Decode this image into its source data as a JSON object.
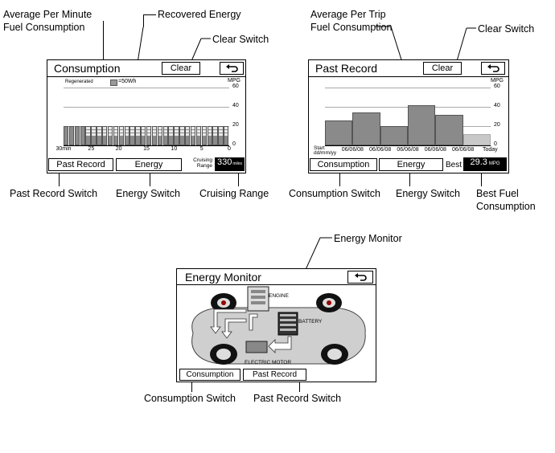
{
  "callouts": {
    "avg_per_minute": "Average Per Minute\nFuel Consumption",
    "recovered_energy": "Recovered Energy",
    "clear_switch_1": "Clear Switch",
    "avg_per_trip": "Average Per Trip\nFuel Consumption",
    "clear_switch_2": "Clear Switch",
    "past_record_switch_1": "Past Record Switch",
    "energy_switch_1": "Energy Switch",
    "cruising_range": "Cruising Range",
    "consumption_switch_1": "Consumption Switch",
    "energy_switch_2": "Energy Switch",
    "best_fuel": "Best Fuel\nConsumption",
    "energy_monitor": "Energy Monitor",
    "consumption_switch_2": "Consumption Switch",
    "past_record_switch_2": "Past Record Switch"
  },
  "consumption_screen": {
    "title": "Consumption",
    "clear": "Clear",
    "back_icon": "return-arrow-icon",
    "legend_label": "Regenerated",
    "legend_value": "=50Wh",
    "unit": "MPG",
    "yticks": [
      "60",
      "40",
      "20",
      "0"
    ],
    "xticks": [
      "30min",
      "25",
      "20",
      "15",
      "10",
      "5",
      "0"
    ],
    "past_record": "Past  Record",
    "energy": "Energy",
    "cruising_label": "Cruising\nRange",
    "cruising_value": "330",
    "cruising_unit": "miles"
  },
  "past_record_screen": {
    "title": "Past Record",
    "clear": "Clear",
    "back_icon": "return-arrow-icon",
    "unit": "MPG",
    "yticks": [
      "60",
      "40",
      "20",
      "0"
    ],
    "start_label": "Start\ndd/mm/yy",
    "dates": [
      "06/06/08",
      "06/06/08",
      "06/06/08",
      "06/06/08",
      "06/06/08"
    ],
    "today": "Today",
    "consumption": "Consumption",
    "energy": "Energy",
    "best_label": "Best",
    "best_value": "29.3",
    "best_unit": "MPG"
  },
  "energy_screen": {
    "title": "Energy Monitor",
    "back_icon": "return-arrow-icon",
    "engine": "ENGINE",
    "battery": "BATTERY",
    "motor": "ELECTRIC MOTOR",
    "consumption": "Consumption",
    "past_record": "Past  Record"
  },
  "chart_data": [
    {
      "type": "bar",
      "title": "Consumption",
      "ylabel": "MPG",
      "ylim": [
        0,
        60
      ],
      "xticks": [
        "30min",
        "25",
        "20",
        "15",
        "10",
        "5",
        "0"
      ],
      "values": [
        20,
        20,
        20,
        20,
        20,
        20,
        20,
        20,
        20,
        20,
        20,
        20,
        20,
        20,
        20,
        20,
        20,
        20,
        20,
        20,
        20,
        20,
        20,
        20,
        20,
        20,
        20,
        20,
        20,
        20
      ],
      "regenerated_units": [
        0,
        0,
        0,
        0,
        3,
        3,
        3,
        3,
        3,
        3,
        3,
        3,
        3,
        3,
        3,
        3,
        3,
        3,
        3,
        3,
        3,
        3,
        3,
        3,
        3,
        3,
        3,
        3,
        3,
        3
      ]
    },
    {
      "type": "bar",
      "title": "Past Record",
      "ylabel": "MPG",
      "ylim": [
        0,
        60
      ],
      "categories": [
        "Start",
        "06/06/08",
        "06/06/08",
        "06/06/08",
        "06/06/08",
        "06/06/08",
        "Today"
      ],
      "values": [
        26,
        34,
        20,
        42,
        32,
        12
      ]
    }
  ]
}
